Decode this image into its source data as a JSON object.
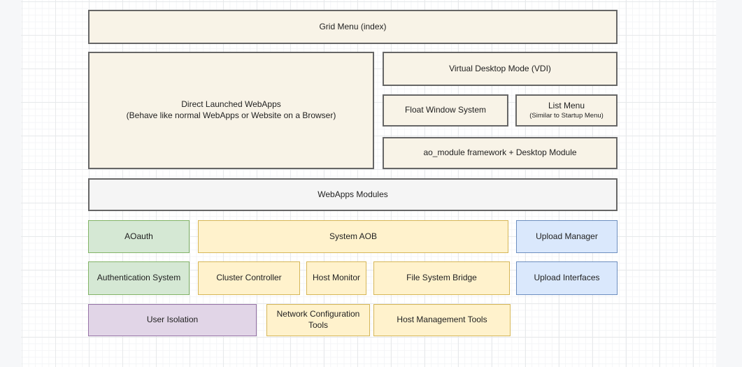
{
  "canvas": {
    "page_background": "#ffffff",
    "outside_background": "#f6f7f9",
    "grid_minor_color": "#f4f5f7",
    "grid_major_color": "#e7e9eb"
  },
  "palette": {
    "cream_fill": "#f8f3e7",
    "gray_fill": "#f5f5f5",
    "gray_stroke": "#666666",
    "green_fill": "#d5e8d4",
    "green_stroke": "#82b366",
    "yellow_fill": "#fff2cc",
    "yellow_stroke": "#d6b656",
    "blue_fill": "#dae8fc",
    "blue_stroke": "#6c8ebf",
    "purple_fill": "#e1d5e7",
    "purple_stroke": "#9673a6"
  },
  "diagram": {
    "nodes": {
      "grid_menu": {
        "label": "Grid Menu (index)"
      },
      "direct_webapps": {
        "label": "Direct Launched WebApps",
        "sublabel": "(Behave like normal WebApps or Website on a Browser)"
      },
      "vdi": {
        "label": "Virtual Desktop Mode (VDI)"
      },
      "float_window": {
        "label": "Float Window System"
      },
      "list_menu": {
        "label": "List Menu",
        "sublabel": "(Similar to Startup Menu)"
      },
      "ao_module": {
        "label": "ao_module framework + Desktop Module"
      },
      "webapps_modules": {
        "label": "WebApps Modules"
      },
      "aoauth": {
        "label": "AOauth"
      },
      "system_aob": {
        "label": "System AOB"
      },
      "upload_manager": {
        "label": "Upload Manager"
      },
      "auth_system": {
        "label": "Authentication System"
      },
      "cluster_controller": {
        "label": "Cluster Controller"
      },
      "host_monitor": {
        "label": "Host Monitor"
      },
      "fs_bridge": {
        "label": "File System Bridge"
      },
      "upload_interfaces": {
        "label": "Upload Interfaces"
      },
      "user_isolation": {
        "label": "User Isolation"
      },
      "network_config": {
        "label": "Network Configuration Tools"
      },
      "host_mgmt": {
        "label": "Host Management Tools"
      }
    }
  }
}
